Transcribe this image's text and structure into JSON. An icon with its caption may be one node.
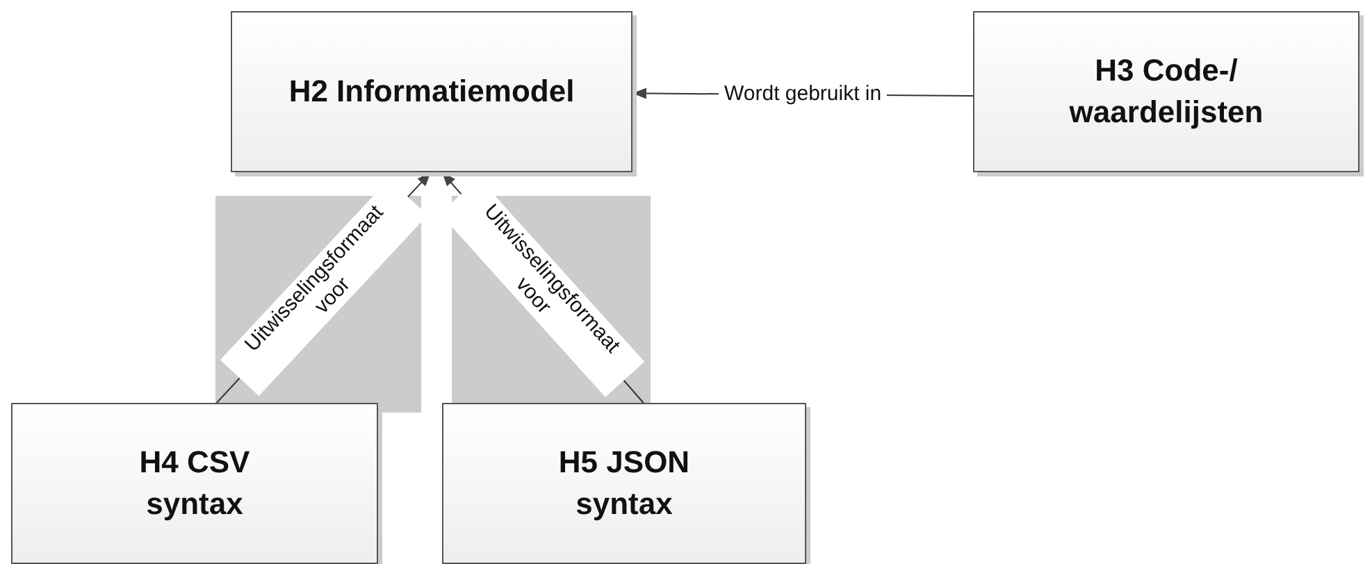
{
  "diagram": {
    "nodes": [
      {
        "text": [
          "H2 Informatiemodel"
        ]
      },
      {
        "text": [
          "H3 Code-/ waardelijsten"
        ]
      },
      {
        "text": [
          "H4 CSV syntax"
        ]
      },
      {
        "text": [
          "H5 JSON syntax"
        ]
      }
    ],
    "edges": [
      {
        "from": 1,
        "to": 0,
        "arrow": "to",
        "label": "Wordt gebruikt in"
      },
      {
        "from": 2,
        "to": 0,
        "arrow": "to",
        "label": "Uitwisselingsformaat voor"
      },
      {
        "from": 3,
        "to": 0,
        "arrow": "to",
        "label": "Uitwisselingsformaat voor"
      }
    ]
  }
}
